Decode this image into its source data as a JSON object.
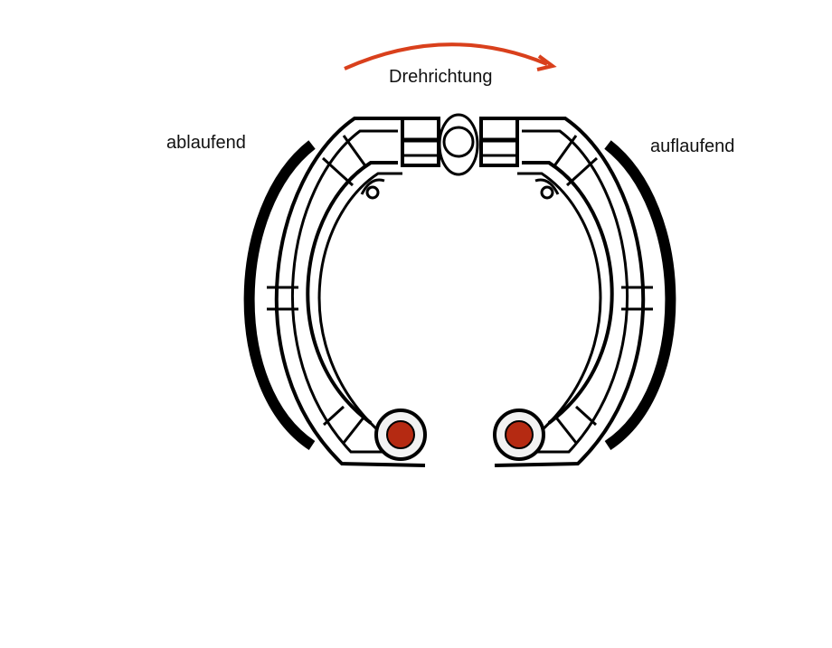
{
  "labels": {
    "rotation": "Drehrichtung",
    "trailing": "ablaufend",
    "leading": "auflaufend"
  },
  "colors": {
    "arrow": "#d9401c",
    "pivot": "#b52a12",
    "line": "#000000"
  }
}
